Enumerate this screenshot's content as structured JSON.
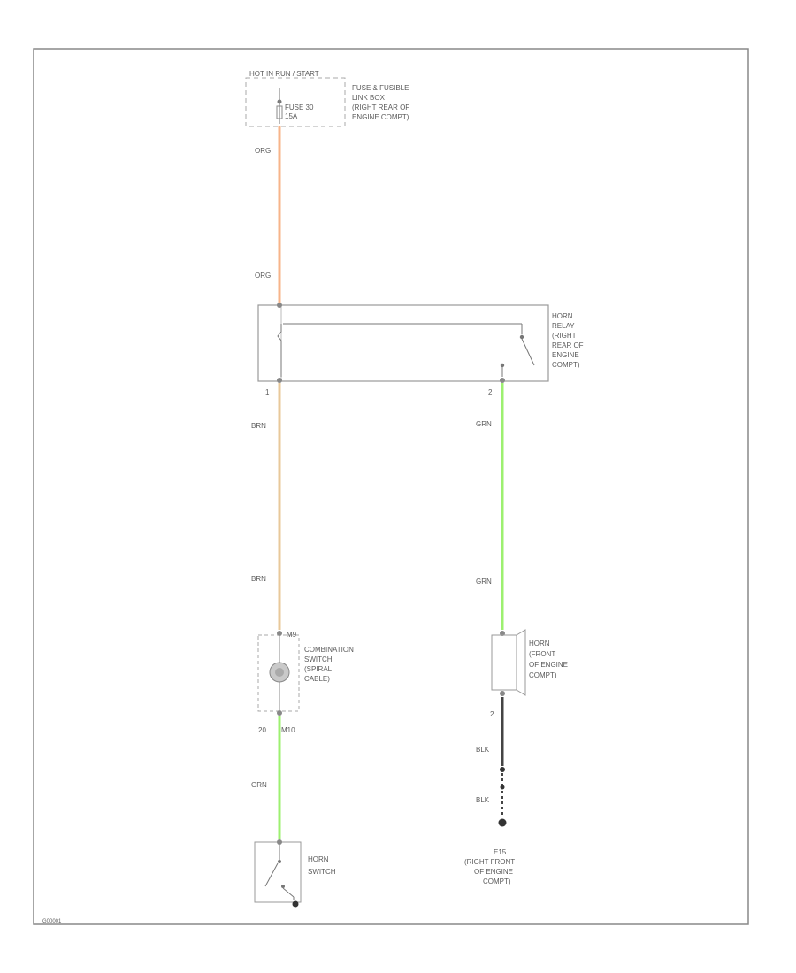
{
  "diagram": {
    "power_source_label": "HOT IN RUN / START",
    "fuse_label": [
      "FUSE 30",
      "15A"
    ],
    "fuse_box_label": [
      "FUSE & FUSIBLE",
      "LINK BOX",
      "(RIGHT REAR OF",
      "ENGINE COMPT)"
    ],
    "relay_label": [
      "HORN",
      "RELAY",
      "(RIGHT",
      "REAR OF",
      "ENGINE",
      "COMPT)"
    ],
    "relay_pin_left": "1",
    "relay_pin_right": "2",
    "combo_switch_label": [
      "COMBINATION",
      "SWITCH",
      "(SPIRAL",
      "CABLE)"
    ],
    "combo_pin_top": "M9",
    "combo_pin_bottom_num": "20",
    "combo_pin_bottom_conn": "M10",
    "horn_switch_label": [
      "HORN",
      "SWITCH"
    ],
    "horn_label": [
      "HORN",
      "(FRONT",
      "OF ENGINE",
      "COMPT)"
    ],
    "horn_pin_bottom": "2",
    "ground_label": [
      "E15",
      "(RIGHT FRONT",
      "OF ENGINE",
      "COMPT)"
    ],
    "footer_code": "G00001",
    "wire_labels": {
      "top_1": "ORG",
      "top_2": "ORG",
      "left_1": "BRN",
      "left_2": "BRN",
      "left_3": "GRN",
      "right_1": "GRN",
      "right_2": "GRN",
      "ground_1": "BLK",
      "ground_2": "BLK"
    },
    "wire_colors": {
      "orange": "#f7b48a",
      "tan": "#e8c89a",
      "green": "#9df070",
      "black": "#444444"
    }
  }
}
